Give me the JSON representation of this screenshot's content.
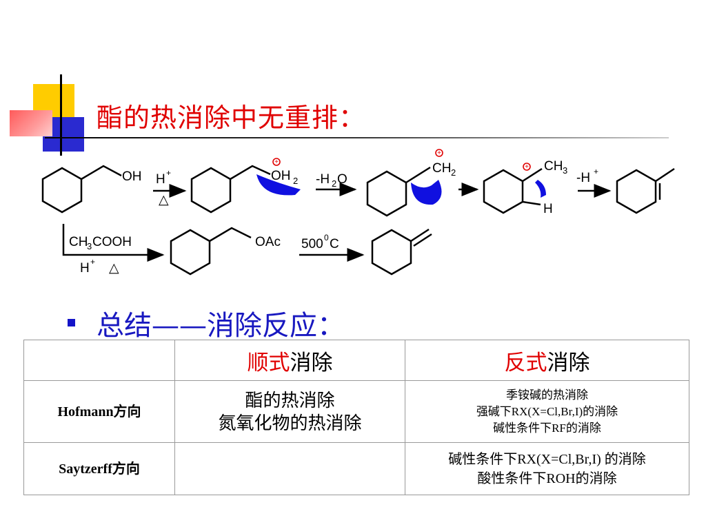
{
  "title": "酯的热消除中无重排：",
  "reaction": {
    "oh": "OH",
    "hplus": "H",
    "plus": "+",
    "oh2_o": "OH",
    "oh2_sub": "2",
    "minus_h2o_a": "-H",
    "minus_h2o_sub": "2",
    "minus_h2o_b": "O",
    "ch2": "CH",
    "ch2_sub": "2",
    "ch3": "CH",
    "ch3_sub": "3",
    "h": "H",
    "minus_h": "-H",
    "acid_a": "CH",
    "acid_sub": "3",
    "acid_b": "COOH",
    "oac": "OAc",
    "temp": "500",
    "temp_sup": "0",
    "temp_c": "C",
    "charge": "+",
    "heat": "△"
  },
  "summary": "总结——消除反应：",
  "table": {
    "header_syn_red": "顺式",
    "header_syn_rest": "消除",
    "header_anti_red": "反式",
    "header_anti_rest": "消除",
    "row1_label": "Hofmann方向",
    "row1_syn_line1": "酯的热消除",
    "row1_syn_line2": "氮氧化物的热消除",
    "row1_anti_line1": "季铵碱的热消除",
    "row1_anti_line2": "强碱下RX(X=Cl,Br,I)的消除",
    "row1_anti_line3": "碱性条件下RF的消除",
    "row2_label": "Saytzerff方向",
    "row2_syn": "",
    "row2_anti_line1": "碱性条件下RX(X=Cl,Br,I) 的消除",
    "row2_anti_line2": "酸性条件下ROH的消除"
  },
  "colors": {
    "title": "#e00000",
    "summary": "#1818c0",
    "arrow_blue": "#1010e0",
    "charge_red": "#e00000"
  }
}
